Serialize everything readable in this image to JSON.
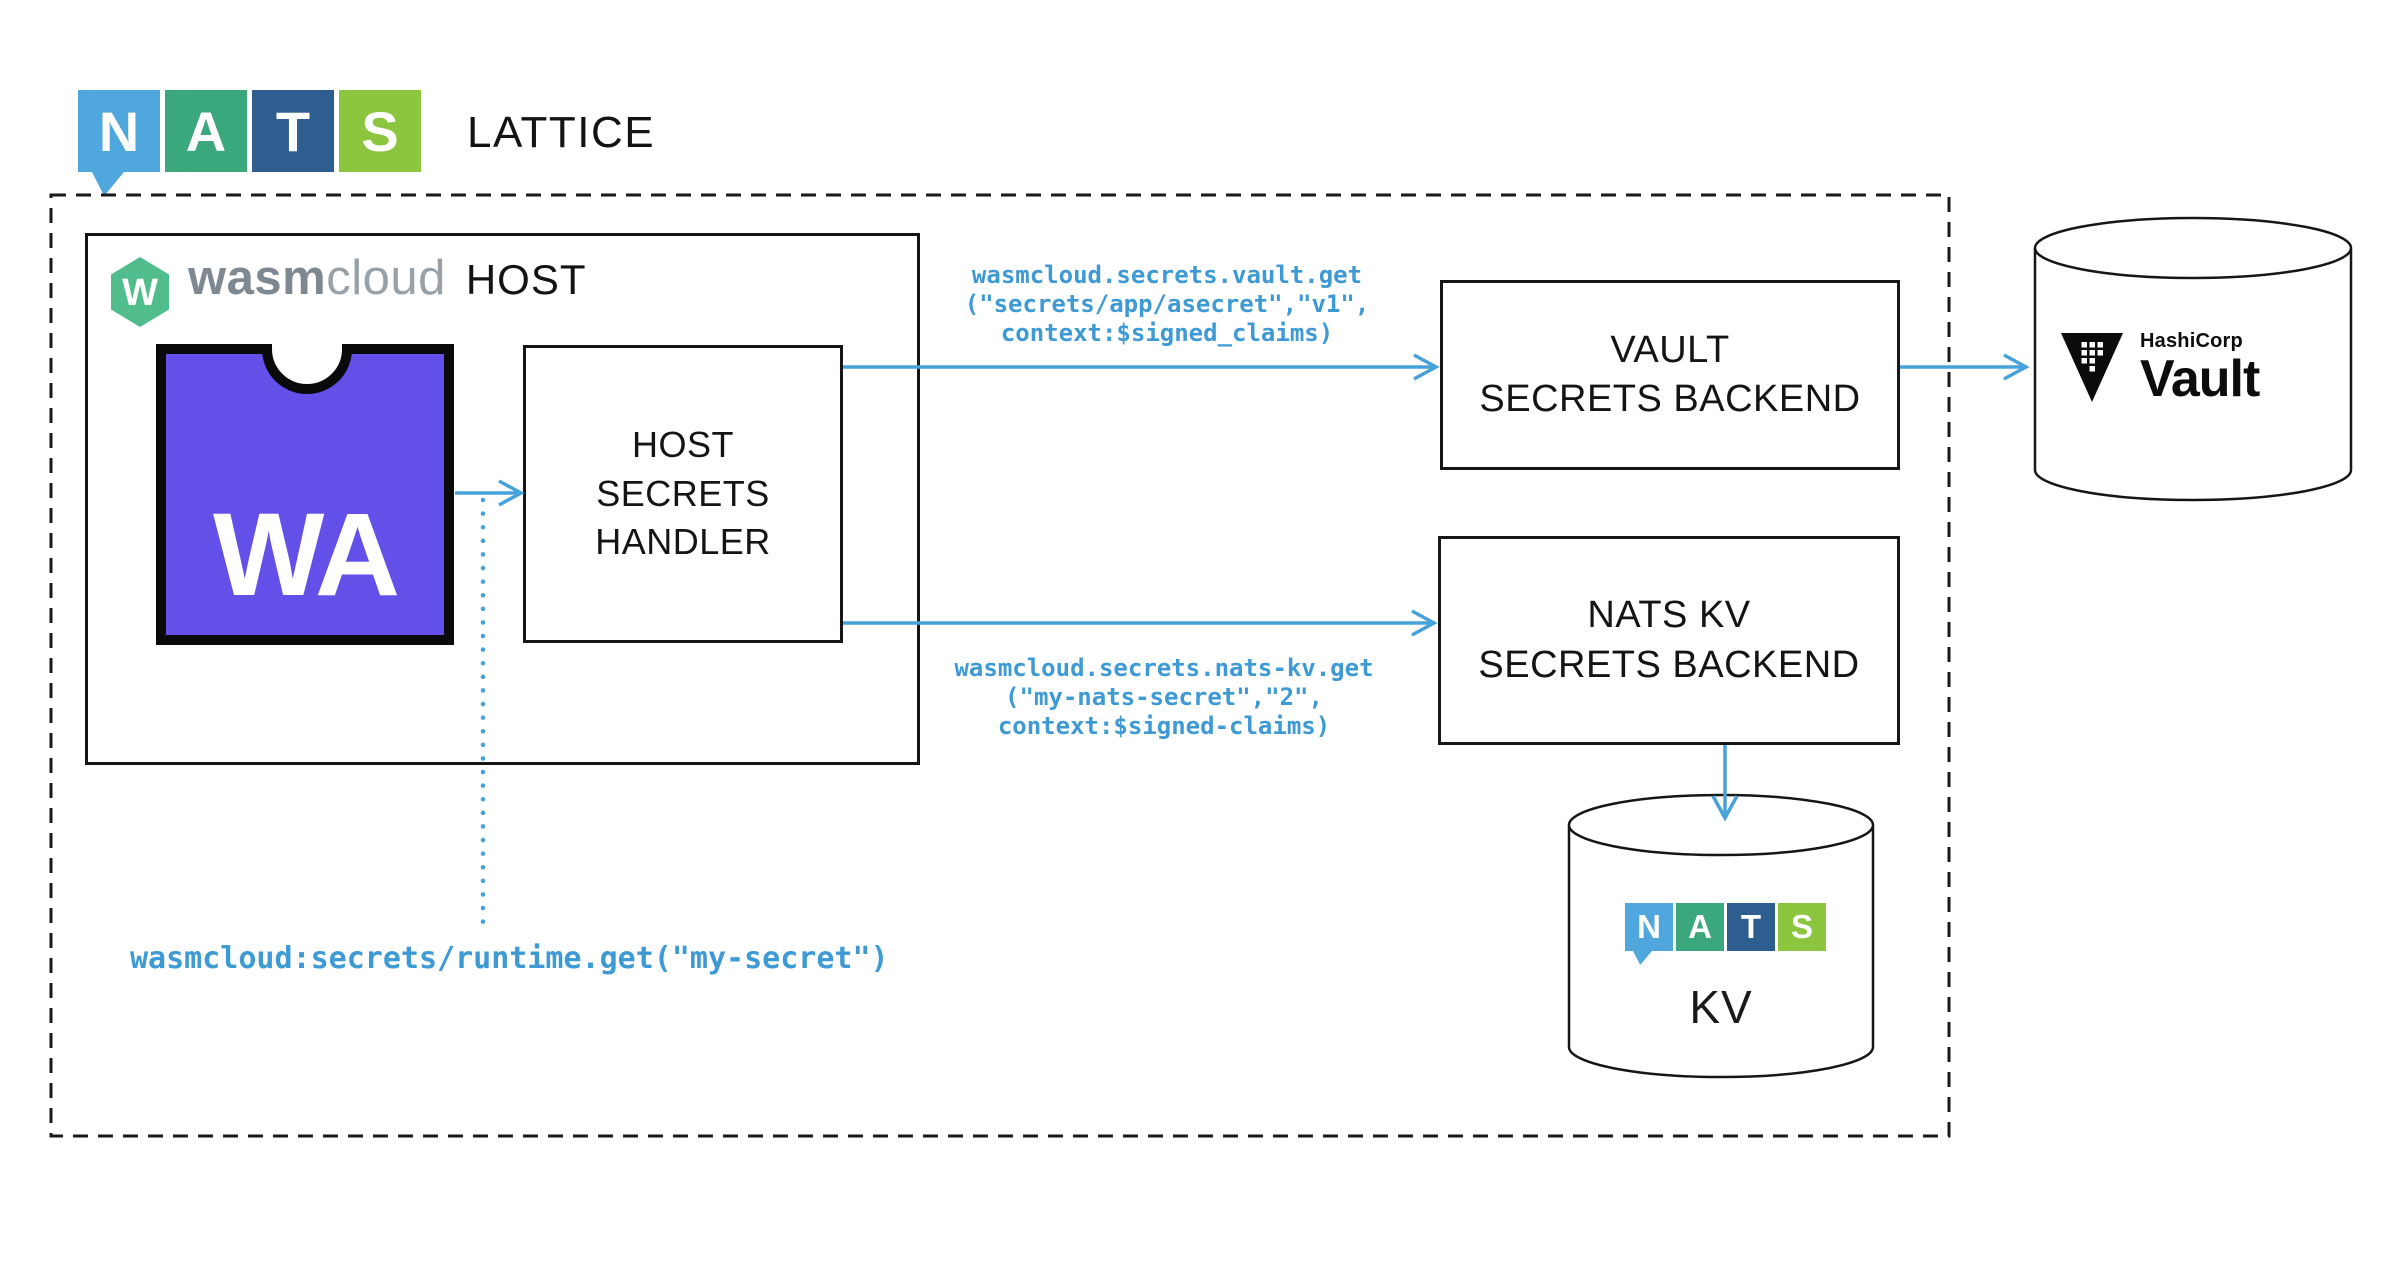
{
  "lattice": {
    "label": "LATTICE"
  },
  "nats_logo": {
    "letters": [
      "N",
      "A",
      "T",
      "S"
    ],
    "colors": [
      "#4FA7DD",
      "#3BA77C",
      "#2E5E90",
      "#8CC63F"
    ]
  },
  "host": {
    "brand_wasm": "wasm",
    "brand_cloud": "cloud",
    "title": "HOST",
    "wa_label": "WA",
    "handler_lines": [
      "HOST",
      "SECRETS",
      "HANDLER"
    ]
  },
  "backends": {
    "vault_lines": [
      "VAULT",
      "SECRETS BACKEND"
    ],
    "nats_kv_lines": [
      "NATS KV",
      "SECRETS BACKEND"
    ]
  },
  "stores": {
    "vault_brand_top": "HashiCorp",
    "vault_brand_name": "Vault",
    "nats_kv_label": "KV"
  },
  "calls": {
    "vault_get": {
      "lines": [
        "wasmcloud.secrets.vault.get",
        "(\"secrets/app/asecret\",\"v1\",",
        "context:$signed_claims)"
      ]
    },
    "nats_kv_get": {
      "lines": [
        "wasmcloud.secrets.nats-kv.get",
        "(\"my-nats-secret\",\"2\",",
        "context:$signed-claims)"
      ]
    },
    "runtime_get": "wasmcloud:secrets/runtime.get(\"my-secret\")"
  },
  "colors": {
    "arrow_blue": "#47A1DB",
    "code_blue": "#3D9AD5",
    "wa_purple": "#6350E8",
    "wasmcloud_green": "#52BD8C"
  }
}
